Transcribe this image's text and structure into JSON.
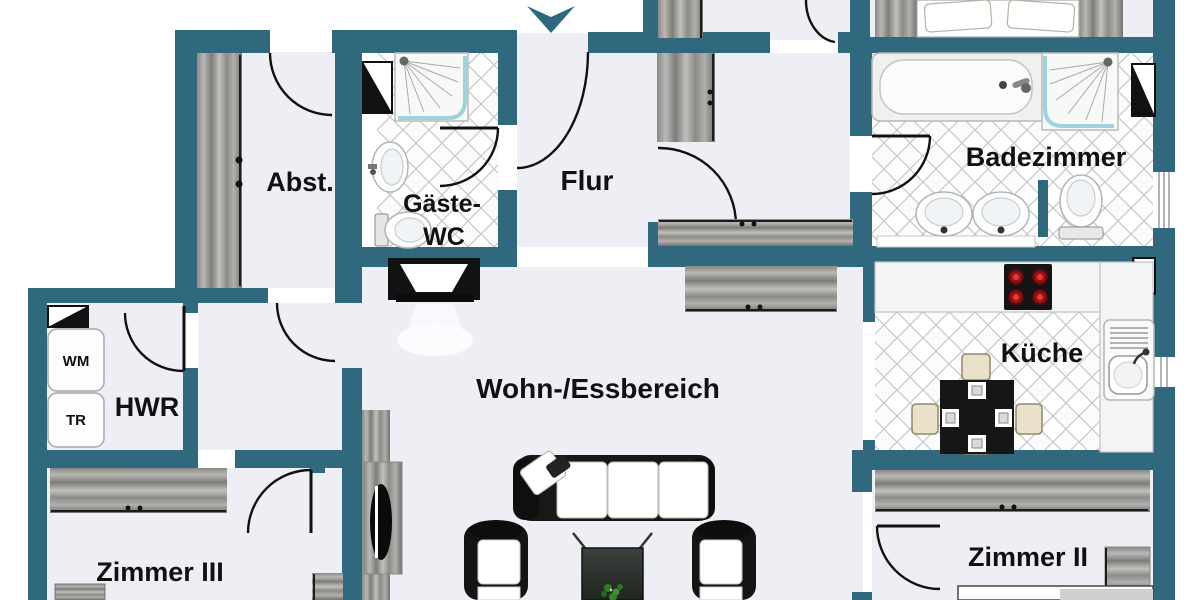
{
  "theme": {
    "wall": "#30697e",
    "floor": "#edeff5",
    "outside": "#ffffff",
    "tile-line": "#c6c6c6",
    "tile-bg": "#fbfbfb",
    "text": "#111111",
    "glass": "#9fd3db",
    "burner": "#a31212",
    "wood-dark": "#7c7a77",
    "wood-light": "#c2c0bd",
    "furniture-black": "#161616"
  },
  "rooms": {
    "abst": {
      "label": "Abst."
    },
    "gaeste_wc": {
      "label_line1": "Gäste-",
      "label_line2": "WC"
    },
    "flur": {
      "label": "Flur"
    },
    "badezimmer": {
      "label": "Badezimmer"
    },
    "hwr": {
      "label": "HWR"
    },
    "wohn_essbereich": {
      "label": "Wohn-/Essbereich"
    },
    "kueche": {
      "label": "Küche"
    },
    "zimmer2": {
      "label": "Zimmer II"
    },
    "zimmer3": {
      "label": "Zimmer III"
    }
  },
  "appliances": {
    "washer": "WM",
    "dryer": "TR"
  }
}
